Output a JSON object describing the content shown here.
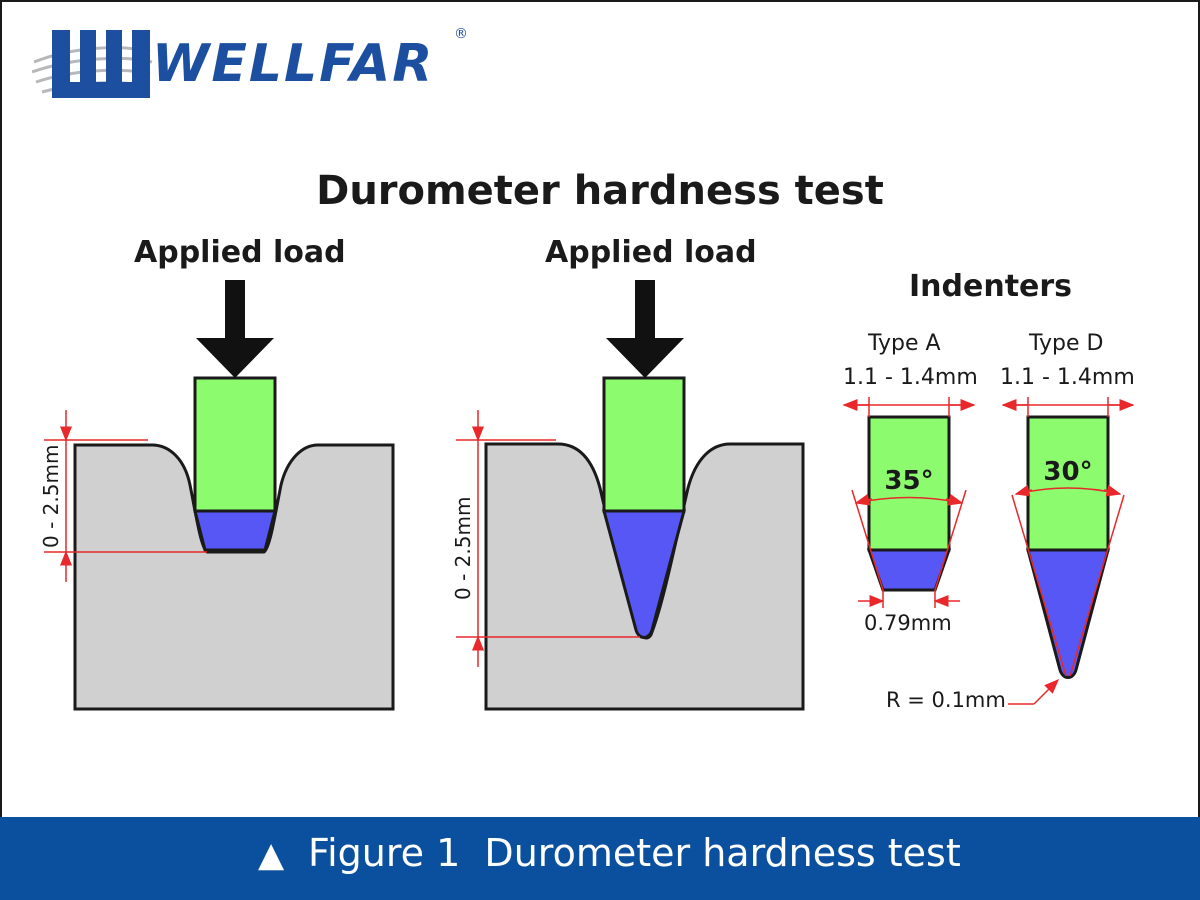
{
  "brand": {
    "name": "WELLFAR",
    "registered": "®"
  },
  "title": "Durometer hardness test",
  "panels": {
    "left": {
      "label": "Applied load",
      "depth": "0 - 2.5mm"
    },
    "middle": {
      "label": "Applied load",
      "depth": "0 - 2.5mm"
    }
  },
  "indenters": {
    "heading": "Indenters",
    "type_a": {
      "name": "Type A",
      "diameter": "1.1 - 1.4mm",
      "angle": "35°",
      "tip": "0.79mm"
    },
    "type_d": {
      "name": "Type D",
      "diameter": "1.1 - 1.4mm",
      "angle": "30°",
      "radius": "R = 0.1mm"
    }
  },
  "caption": {
    "marker": "▲",
    "text": "Figure 1  Durometer hardness test"
  },
  "colors": {
    "brand_blue": "#1c4fa0",
    "footer_blue": "#0b4f9f",
    "indenter_body": "#8cfc6e",
    "indenter_tip": "#5757f5",
    "specimen": "#d0d0d0",
    "dimension_red": "#e8282a"
  }
}
